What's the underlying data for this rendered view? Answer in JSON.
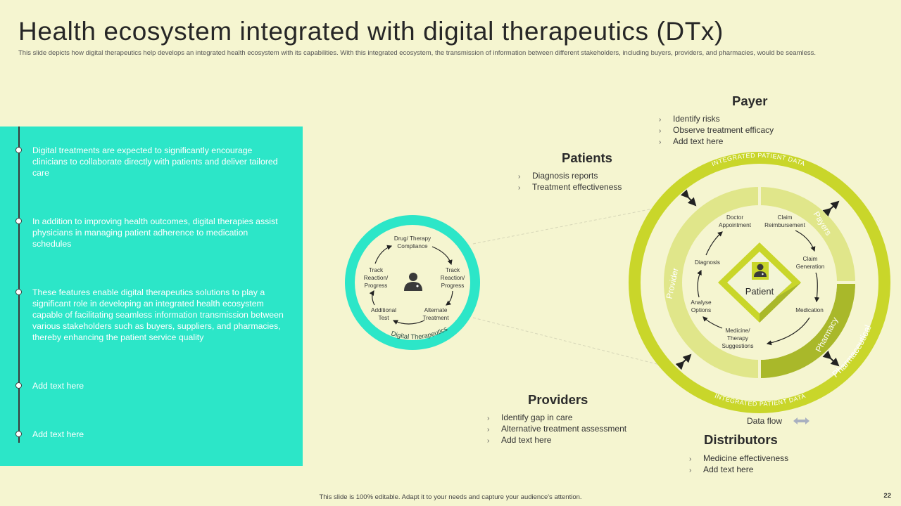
{
  "header": {
    "title": "Health ecosystem integrated with digital therapeutics (DTx)",
    "subtitle": "This slide depicts how digital therapeutics help develops an integrated health ecosystem with its capabilities. With this integrated ecosystem, the transmission of information between different stakeholders, including buyers, providers, and pharmacies, would be seamless."
  },
  "timeline": {
    "items": [
      {
        "text": "Digital treatments are expected to significantly encourage clinicians to collaborate directly with patients and deliver tailored care"
      },
      {
        "text": "In addition to improving  health outcomes, digital therapies assist physicians in managing patient adherence  to medication schedules"
      },
      {
        "text": "These features enable digital therapeutics solutions to play a significant role in developing  an integrated health ecosystem capable of facilitating seamless information transmission between various stakeholders such as buyers, suppliers, and pharmacies, thereby enhancing the patient service quality"
      },
      {
        "text": "Add text here"
      },
      {
        "text": "Add text here"
      }
    ]
  },
  "payer": {
    "title": "Payer",
    "items": [
      "Identify risks",
      "Observe treatment efficacy",
      "Add text here"
    ]
  },
  "patients": {
    "title": "Patients",
    "items": [
      "Diagnosis reports",
      "Treatment effectiveness"
    ]
  },
  "providers": {
    "title": "Providers",
    "items": [
      "Identify gap in care",
      "Alternative treatment assessment",
      "Add text here"
    ]
  },
  "distributors": {
    "title": "Distributors",
    "items": [
      "Medicine effectiveness",
      "Add text here"
    ]
  },
  "dtx_cycle": {
    "label": "Digital Therapeutics",
    "steps": {
      "drug_line1": "Drug/ Therapy",
      "drug_line2": "Compliance",
      "track_left_1": "Track",
      "track_left_2": "Reaction/",
      "track_left_3": "Progress",
      "track_right_1": "Track",
      "track_right_2": "Reaction/",
      "track_right_3": "Progress",
      "additional_1": "Additional",
      "additional_2": "Test",
      "alternate_1": "Alternate",
      "alternate_2": "Treatment"
    }
  },
  "ecosystem": {
    "outer_top": "INTEGRATED PATIENT DATA",
    "outer_bottom": "INTEGRATED PATIENT DATA",
    "pharmaceutical": "Pharmaceutical",
    "payers": "Payers",
    "provider": "Provider",
    "pharmacy": "Pharmacy",
    "center": "Patient",
    "steps": {
      "doctor_1": "Doctor",
      "doctor_2": "Appointment",
      "claim_reimb_1": "Claim",
      "claim_reimb_2": "Reimbursement",
      "claim_gen_1": "Claim",
      "claim_gen_2": "Generation",
      "diagnosis": "Diagnosis",
      "medication": "Medication",
      "analyse_1": "Analyse",
      "analyse_2": "Options",
      "medicine_1": "Medicine/",
      "medicine_2": "Therapy",
      "medicine_3": "Suggestions"
    }
  },
  "legend": {
    "data_flow": "Data flow"
  },
  "footer": {
    "note": "This slide is 100% editable. Adapt it to your needs and capture your audience's attention.",
    "page": "22"
  },
  "colors": {
    "panel": "#2ce6c8",
    "background": "#f5f5d0",
    "ring_outer": "#c9d62a",
    "ring_mid": "#e0e68a",
    "pharmacy": "#a9b82a",
    "patient_diamond": "#ecf0a6",
    "dtx_ring": "#2ce6c8"
  }
}
